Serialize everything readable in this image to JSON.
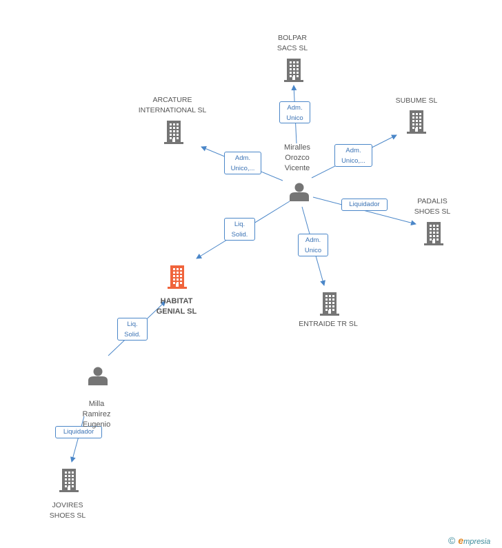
{
  "colors": {
    "edge": "#4a86c8",
    "building": "#757575",
    "building_focus": "#f0643c",
    "person": "#757575"
  },
  "nodes": [
    {
      "id": "bolpar",
      "name": "BOLPAR\nSACS SL",
      "type": "company"
    },
    {
      "id": "arcature",
      "name": "ARCATURE\nINTERNATIONAL SL",
      "type": "company"
    },
    {
      "id": "subume",
      "name": "SUBUME  SL",
      "type": "company"
    },
    {
      "id": "padalis",
      "name": "PADALIS\nSHOES SL",
      "type": "company"
    },
    {
      "id": "entraide",
      "name": "ENTRAIDE TR  SL",
      "type": "company"
    },
    {
      "id": "habitat",
      "name": "HABITAT\nGENIAL SL",
      "type": "company-focus"
    },
    {
      "id": "jovires",
      "name": "JOVIRES\nSHOES SL",
      "type": "company"
    },
    {
      "id": "miralles",
      "name": "Miralles\nOrozco\nVicente",
      "type": "person"
    },
    {
      "id": "milla",
      "name": "Milla\nRamirez\nEugenio",
      "type": "person"
    }
  ],
  "edges": [
    {
      "from": "miralles",
      "to": "bolpar",
      "label": "Adm.\nUnico"
    },
    {
      "from": "miralles",
      "to": "arcature",
      "label": "Adm.\nUnico,..."
    },
    {
      "from": "miralles",
      "to": "subume",
      "label": "Adm.\nUnico,..."
    },
    {
      "from": "miralles",
      "to": "padalis",
      "label": "Liquidador"
    },
    {
      "from": "miralles",
      "to": "entraide",
      "label": "Adm.\nUnico"
    },
    {
      "from": "miralles",
      "to": "habitat",
      "label": "Liq.\nSolid."
    },
    {
      "from": "milla",
      "to": "habitat",
      "label": "Liq.\nSolid."
    },
    {
      "from": "milla",
      "to": "jovires",
      "label": "Liquidador"
    }
  ],
  "brand": {
    "copyright": "©",
    "initial": "e",
    "rest": "mpresia"
  }
}
